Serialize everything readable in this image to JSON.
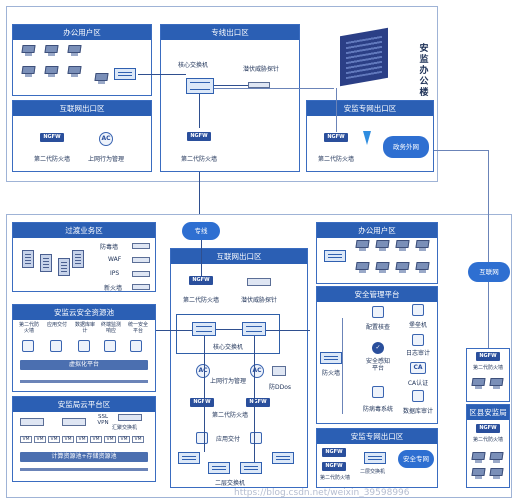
{
  "title": "安监办公楼",
  "top": {
    "office_zone": "办公用户区",
    "dedicated_exit_zone": "专线出口区",
    "internet_exit_zone": "互联网出口区",
    "safety_exit_zone": "安监专网出口区",
    "core_switch": "核心交换机",
    "threat_probe": "潜伏威胁探针",
    "ngfw_label": "第二代防火墙",
    "bandwidth_mgmt": "上网行为管理",
    "gov_network": "政务外网",
    "ngfw": "NGFW",
    "ac": "AC"
  },
  "clouds": {
    "dedicated_line": "专线",
    "internet": "互联网",
    "safety_net": "安全专网"
  },
  "bottom": {
    "transition_zone": "过渡业务区",
    "anti_virus": "防毒墙",
    "waf": "WAF",
    "ips": "IPS",
    "new_firewall": "新火墙",
    "cloud_pool": "安监云安全资源池",
    "pool_items": [
      "第二代防火墙",
      "应用交付",
      "数据库审计",
      "终端监测响应",
      "统一安全平台"
    ],
    "virtual_platform": "虚拟化平台",
    "cloud_platform": "安监局云平台区",
    "ssl_vpn": "SSL VPN",
    "aggregation_switch": "汇聚交换机",
    "vm": "VM",
    "compute_pool": "计算资源池+存储资源池",
    "internet_exit": "互联网出口区",
    "ngfw_label": "第二代防火墙",
    "threat_probe": "潜伏威胁探针",
    "core_switch": "核心交换机",
    "bandwidth_mgmt": "上网行为管理",
    "ddos": "防DDos",
    "app_delivery": "应用交付",
    "l2_switch": "二层交换机",
    "office_zone": "办公用户区",
    "security_platform": "安全管理平台",
    "firewall": "防火墙",
    "config_check": "配置核查",
    "bastion": "堡垒机",
    "situational": "安全感知平台",
    "log_audit": "日志审计",
    "ca_cert": "CA认证",
    "virus_system": "防病毒系统",
    "db_audit": "数据库审计",
    "safety_exit": "安监专网出口区",
    "county_bureau": "区县安监局",
    "ca": "CA"
  },
  "watermark": "https://blog.csdn.net/weixin_39598996"
}
